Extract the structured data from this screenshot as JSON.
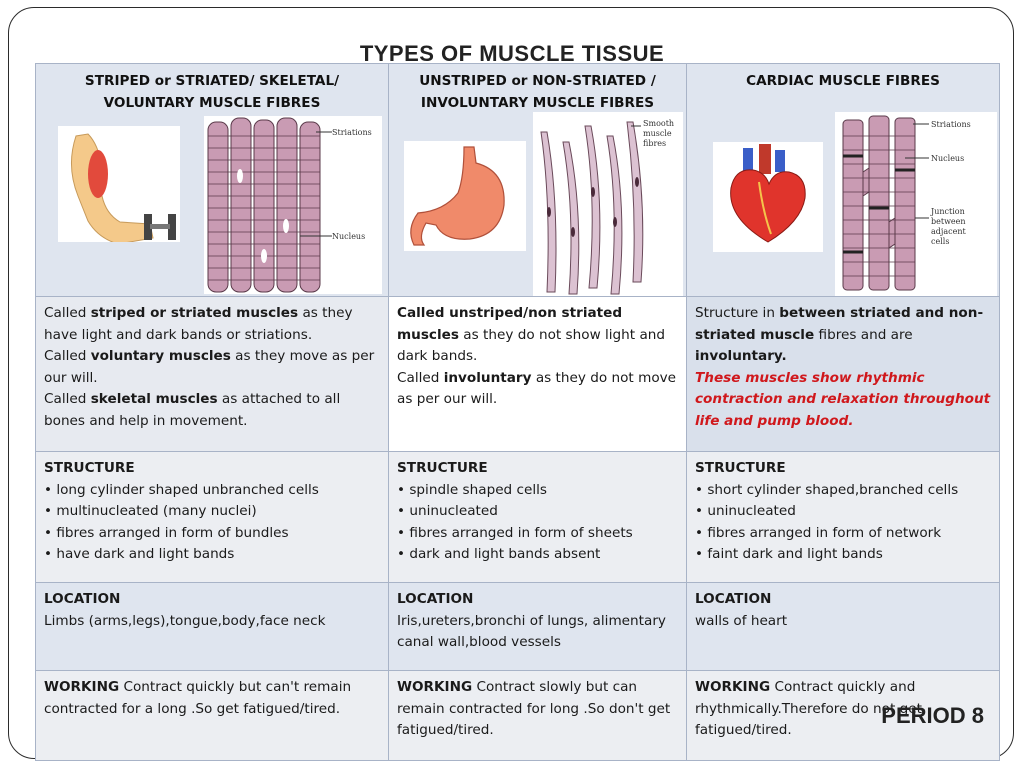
{
  "title": "TYPES OF MUSCLE TISSUE",
  "footer": "PERIOD 8",
  "columns": [
    {
      "header_line1": "STRIPED or STRIATED/  SKELETAL/",
      "header_line2": "VOLUNTARY MUSCLE FIBRES",
      "labels": [
        "Striations",
        "Nucleus"
      ],
      "desc": [
        {
          "pre": "Called ",
          "bold": "striped or striated muscles",
          "post": " as they have light and dark bands or striations."
        },
        {
          "pre": "Called ",
          "bold": "voluntary muscles",
          "post": " as they  move as per our will."
        },
        {
          "pre": "Called ",
          "bold": "skeletal  muscles",
          "post": " as attached to all bones and help in movement."
        }
      ],
      "structure_heading": "STRUCTURE",
      "structure": [
        "long cylinder shaped unbranched cells",
        "multinucleated (many nuclei)",
        "fibres arranged  in form of bundles",
        "have dark and light bands"
      ],
      "location_heading": "LOCATION",
      "location": "Limbs (arms,legs),tongue,body,face neck",
      "working_heading": "WORKING",
      "working": " Contract quickly but can't remain contracted for a long .So get fatigued/tired."
    },
    {
      "header_line1": "UNSTRIPED or NON-STRIATED /",
      "header_line2": "INVOLUNTARY MUSCLE FIBRES",
      "labels": [
        "Smooth",
        "muscle",
        "fibres"
      ],
      "desc_bold1": "Called unstriped/non striated",
      "desc_bold2": "muscles",
      "desc_rest": " as they do not show light and dark bands.",
      "desc2_pre": "Called ",
      "desc2_bold": "involuntary",
      "desc2_post": " as they do not move as per our will.",
      "structure_heading": "STRUCTURE",
      "structure": [
        "spindle shaped cells",
        "uninucleated",
        "fibres arranged in form of sheets",
        "dark and light bands absent"
      ],
      "location_heading": "LOCATION",
      "location": "Iris,ureters,bronchi of lungs, alimentary canal wall,blood vessels",
      "working_heading": "WORKING",
      "working": " Contract slowly but can remain contracted for long .So don't get fatigued/tired."
    },
    {
      "header_line1": "CARDIAC MUSCLE FIBRES",
      "labels": [
        "Striations",
        "Nucleus",
        "Junction",
        "between",
        "adjacent",
        "cells"
      ],
      "desc_pre": "Structure in ",
      "desc_bold1": "between striated and non-striated muscle",
      "desc_mid": " fibres and are ",
      "desc_bold2": "involuntary.",
      "desc_red": "These muscles show rhythmic contraction and relaxation throughout life and pump blood.",
      "structure_heading": "STRUCTURE",
      "structure": [
        "short cylinder shaped,branched cells",
        "uninucleated",
        "fibres arranged in form of network",
        " faint dark and light bands"
      ],
      "location_heading": "LOCATION",
      "location": "walls of heart",
      "working_heading": "WORKING",
      "working": " Contract quickly and rhythmically.Therefore do not get fatigued/tired."
    }
  ]
}
